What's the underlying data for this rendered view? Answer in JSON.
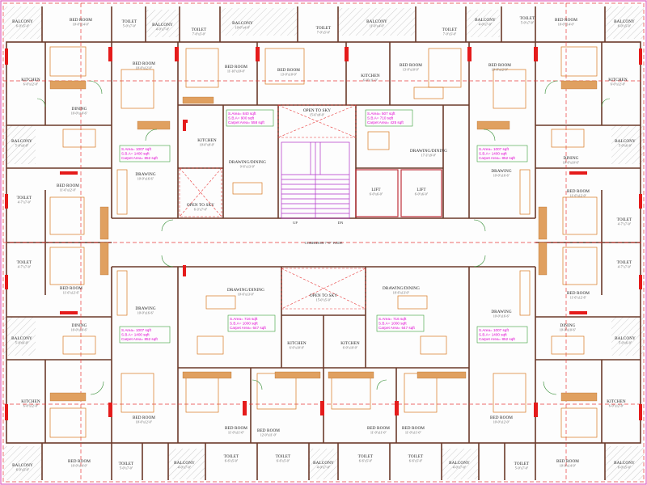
{
  "colors": {
    "wall": "#6b3a2a",
    "wall_fill": "#8a4a3a",
    "furniture": "#d8781e",
    "door": "#2f8a2f",
    "window": "#e51b1b",
    "stair": "#b030c8",
    "dash": "#e83a3a",
    "area_text": "#e000d0",
    "area_box": "#3aa03a",
    "hatch": "#c8c8c8",
    "lift_wall": "#c0303a",
    "cyan": "#20c0d0"
  },
  "rooms": {
    "balcony_tl": {
      "name": "BALCONY",
      "dim": "6'-0\"x5'-0\""
    },
    "bed_tl": {
      "name": "BED ROOM",
      "dim": "10'-0\"x14'-0\""
    },
    "toilet_t1": {
      "name": "TOILET",
      "dim": "5'-0\"x7'-0\""
    },
    "balcony_t2": {
      "name": "BALCONY",
      "dim": "4'-0\"x7'-0\""
    },
    "toilet_t3": {
      "name": "TOILET",
      "dim": "7'-0\"x5'-0\""
    },
    "balcony_t4": {
      "name": "BALCONY",
      "dim": "10'-0\"x4'-0\""
    },
    "toilet_t5": {
      "name": "TOILET",
      "dim": "7'-0\"x5'-0\""
    },
    "balcony_t6": {
      "name": "BALCONY",
      "dim": "11'-0\"x4'-0\""
    },
    "toilet_t7": {
      "name": "TOILET",
      "dim": "7'-0\"x5'-0\""
    },
    "balcony_t8": {
      "name": "BALCONY",
      "dim": "4'-0\"x7'-0\""
    },
    "toilet_t9": {
      "name": "TOILET",
      "dim": "5'-0\"x7'-0\""
    },
    "bed_tr": {
      "name": "BED ROOM",
      "dim": "10'-0\"x14'-0\""
    },
    "balcony_tr": {
      "name": "BALCONY",
      "dim": "6'-0\"x5'-0\""
    },
    "kitchen_l1": {
      "name": "KITCHEN",
      "dim": "6'-0\"x12'-0\""
    },
    "bed_l2": {
      "name": "BED ROOM",
      "dim": "10'-0\"x12'-0\""
    },
    "bed_c1": {
      "name": "BED ROOM",
      "dim": "11'-10\"x10'-0\""
    },
    "bed_c2": {
      "name": "BED ROOM",
      "dim": "13'-0\"x10'-0\""
    },
    "kitchen_c3": {
      "name": "KITCHEN",
      "dim": "6'-0\"x11'-0\""
    },
    "bed_c4": {
      "name": "BED ROOM",
      "dim": "13'-0\"x10'-0\""
    },
    "bed_r2": {
      "name": "BED ROOM",
      "dim": "10'-0\"x12'-0\""
    },
    "kitchen_r1": {
      "name": "KITCHEN",
      "dim": "6'-0\"x12'-0\""
    },
    "dining_l": {
      "name": "DINING",
      "dim": "10'-0\"x10'-6\""
    },
    "dining_r": {
      "name": "DINING",
      "dim": "10'-0\"x10'-6\""
    },
    "open_sky_top": {
      "name": "OPEN TO SKY",
      "dim": "15'-6\"x8'-0\""
    },
    "kitchen_c5": {
      "name": "KITCHEN",
      "dim": "10'-0\"x8'-0\""
    },
    "drawing_dining_c1": {
      "name": "DRAWING/DINING",
      "dim": "9'-6\"x13'-0\""
    },
    "drawing_dining_c2": {
      "name": "DRAWING/DINING",
      "dim": "17'-3\"x9'-0\""
    },
    "balcony_l2": {
      "name": "BALCONY",
      "dim": "5'-0\"x6'-0\""
    },
    "balcony_r2": {
      "name": "BALCONY",
      "dim": "5'-0\"x6'-0\""
    },
    "drawing_l": {
      "name": "DRAWING",
      "dim": "10'-0\"x16'-6\""
    },
    "drawing_r": {
      "name": "DRAWING",
      "dim": "10'-0\"x16'-6\""
    },
    "bed_l3": {
      "name": "BED ROOM",
      "dim": "11'-6\"x12'-0\""
    },
    "bed_r3": {
      "name": "BED ROOM",
      "dim": "11'-6\"x12'-0\""
    },
    "open_sky_l": {
      "name": "OPEN TO SKY",
      "dim": "6'-3\"x7'-0\""
    },
    "lift1": {
      "name": "LIFT",
      "dim": "6'-0\"x6'-0\""
    },
    "lift2": {
      "name": "LIFT",
      "dim": "6'-0\"x6'-0\""
    },
    "toilet_l1": {
      "name": "TOILET",
      "dim": "4'-7\"x7'-0\""
    },
    "toilet_r1": {
      "name": "TOILET",
      "dim": "4'-7\"x7'-0\""
    },
    "toilet_l2": {
      "name": "TOILET",
      "dim": "4'-7\"x7'-0\""
    },
    "toilet_r2": {
      "name": "TOILET",
      "dim": "4'-7\"x7'-0\""
    },
    "bed_l4": {
      "name": "BED ROOM",
      "dim": "11'-6\"x12'-6\""
    },
    "bed_r4": {
      "name": "BED ROOM",
      "dim": "11'-6\"x12'-6\""
    },
    "drawing_dining_c3": {
      "name": "DRAWING/DINING",
      "dim": "10'-6\"x13'-0\""
    },
    "drawing_dining_c4": {
      "name": "DRAWING/DINING",
      "dim": "10'-6\"x13'-0\""
    },
    "open_sky_bot": {
      "name": "OPEN TO SKY",
      "dim": "15'-0\"x5'-0\""
    },
    "drawing_l2": {
      "name": "DRAWING",
      "dim": "10'-0\"x16'-6\""
    },
    "drawing_r2": {
      "name": "DRAWING",
      "dim": "10'-0\"x16'-6\""
    },
    "dining_l2": {
      "name": "DINING",
      "dim": "10'-0\"x10'-6\""
    },
    "dining_r2": {
      "name": "DINING",
      "dim": "10'-0\"x10'-6\""
    },
    "kitchen_cb1": {
      "name": "KITCHEN",
      "dim": "6'-0\"x10'-0\""
    },
    "kitchen_cb2": {
      "name": "KITCHEN",
      "dim": "6'-0\"x10'-0\""
    },
    "balcony_l3": {
      "name": "BALCONY",
      "dim": "5'-0\"x6'-0\""
    },
    "balcony_r3": {
      "name": "BALCONY",
      "dim": "5'-0\"x6'-0\""
    },
    "kitchen_l4": {
      "name": "KITCHEN",
      "dim": "6'-0\"x12'-0\""
    },
    "kitchen_r4": {
      "name": "KITCHEN",
      "dim": "6'-0\"x12'-0\""
    },
    "bed_l5": {
      "name": "BED ROOM",
      "dim": "10'-0\"x12'-0\""
    },
    "bed_r5": {
      "name": "BED ROOM",
      "dim": "10'-0\"x12'-0\""
    },
    "bed_cb1": {
      "name": "BED ROOM",
      "dim": "11'-0\"x11'-0\""
    },
    "bed_cb2": {
      "name": "BED ROOM",
      "dim": "12'-0\"x11'-0\""
    },
    "bed_cb3": {
      "name": "BED ROOM",
      "dim": "11'-0\"x11'-0\""
    },
    "bed_cb4": {
      "name": "BED ROOM",
      "dim": "11'-0\"x11'-0\""
    },
    "balcony_bl": {
      "name": "BALCONY",
      "dim": "6'-0\"x5'-0\""
    },
    "bed_bl": {
      "name": "BED ROOM",
      "dim": "10'-0\"x14'-0\""
    },
    "toilet_b1": {
      "name": "TOILET",
      "dim": "5'-0\"x7'-0\""
    },
    "balcony_b2": {
      "name": "BALCONY",
      "dim": "4'-0\"x7'-0\""
    },
    "toilet_b3": {
      "name": "TOILET",
      "dim": "6'-6\"x5'-0\""
    },
    "toilet_b4": {
      "name": "TOILET",
      "dim": "6'-6\"x5'-0\""
    },
    "balcony_b5": {
      "name": "BALCONY",
      "dim": "4'-0\"x7'-0\""
    },
    "toilet_b6": {
      "name": "TOILET",
      "dim": "6'-6\"x5'-0\""
    },
    "toilet_b7": {
      "name": "TOILET",
      "dim": "6'-6\"x5'-0\""
    },
    "balcony_b8": {
      "name": "BALCONY",
      "dim": "4'-0\"x7'-0\""
    },
    "toilet_b9": {
      "name": "TOILET",
      "dim": "5'-0\"x7'-0\""
    },
    "bed_br": {
      "name": "BED ROOM",
      "dim": "10'-0\"x14'-0\""
    },
    "balcony_br": {
      "name": "BALCONY",
      "dim": "6'-0\"x5'-0\""
    }
  },
  "corridor": "CORRIDOR 7'-0\" WIDE",
  "stair": {
    "up": "UP",
    "dn": "DN"
  },
  "areas": [
    {
      "id": "area_c1",
      "lines": [
        "S.Area= 840 sqft",
        "S.B.A= 900 sqft",
        "Carpet Area= 558 sqft"
      ]
    },
    {
      "id": "area_c2",
      "lines": [
        "S.Area= 507 sqft",
        "S.B.A= 710 sqft",
        "Carpet Area= 425 sqft"
      ]
    },
    {
      "id": "area_l1",
      "lines": [
        "S.Area= 1007 sqft",
        "S.B.A= 1400 sqft",
        "Carpet Area= 852 sqft"
      ]
    },
    {
      "id": "area_r1",
      "lines": [
        "S.Area= 1007 sqft",
        "S.B.A= 1400 sqft",
        "Carpet Area= 852 sqft"
      ]
    },
    {
      "id": "area_l2",
      "lines": [
        "S.Area= 1007 sqft",
        "S.B.A= 1400 sqft",
        "Carpet Area= 852 sqft"
      ]
    },
    {
      "id": "area_r2",
      "lines": [
        "S.Area= 1007 sqft",
        "S.B.A= 1400 sqft",
        "Carpet Area= 852 sqft"
      ]
    },
    {
      "id": "area_c3",
      "lines": [
        "S.Area= 716 sqft",
        "S.B.A= 1000 sqft",
        "Carpet Area= 647 sqft"
      ]
    },
    {
      "id": "area_c4",
      "lines": [
        "S.Area= 716 sqft",
        "S.B.A= 1000 sqft",
        "Carpet Area= 647 sqft"
      ]
    }
  ]
}
